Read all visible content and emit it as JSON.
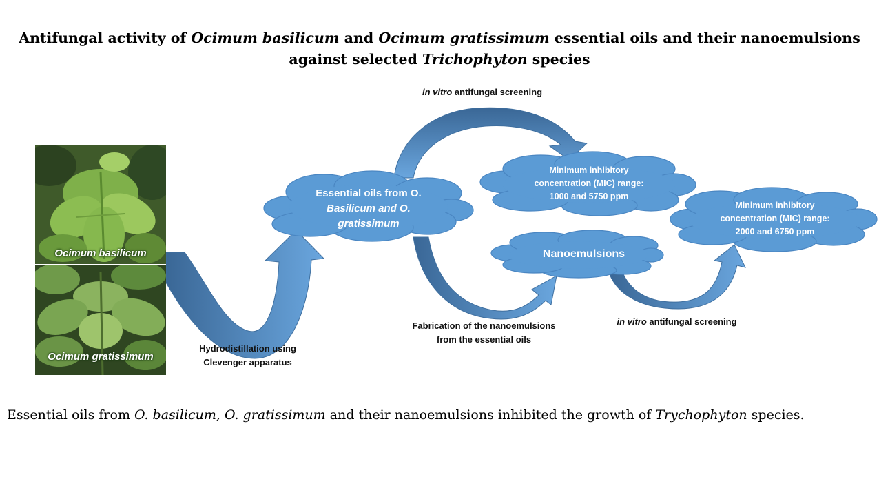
{
  "title": {
    "line1_a": "Antifungal activity of ",
    "line1_b": "Ocimum basilicum",
    "line1_c": " and ",
    "line1_d": "Ocimum gratissimum",
    "line1_e": " essential oils and their nanoemulsions",
    "line2_a": "against selected ",
    "line2_b": "Trichophyton",
    "line2_c": " species"
  },
  "photos": {
    "top_label": "Ocimum basilicum",
    "bottom_label": "Ocimum gratissimum"
  },
  "steps": {
    "hydro_line1": "Hydrodistillation  using",
    "hydro_line2": "Clevenger apparatus",
    "screen1_italic": "in vitro",
    "screen1_rest": " antifungal screening",
    "fab_line1": "Fabrication of the nanoemulsions",
    "fab_line2": "from the essential oils",
    "screen2_italic": "in vitro",
    "screen2_rest": " antifungal screening"
  },
  "clouds": {
    "essential_line1": "Essential oils from O.",
    "essential_line2": "Basilicum and O.",
    "essential_line3": "gratissimum",
    "mic1_line1": "Minimum inhibitory",
    "mic1_line2": "concentration (MIC) range:",
    "mic1_line3": "1000 and 5750 ppm",
    "nano": "Nanoemulsions",
    "mic2_line1": "Minimum inhibitory",
    "mic2_line2": "concentration (MIC) range:",
    "mic2_line3": "2000 and  6750 ppm"
  },
  "footer": {
    "a": "Essential oils from ",
    "b": "O. basilicum, O. gratissimum",
    "c": " and their nanoemulsions inhibited the growth of ",
    "d": "Trychophyton",
    "e": " species."
  },
  "colors": {
    "cloud_fill": "#5b9bd5",
    "cloud_edge": "#4a86c2",
    "arrow_dark": "#3f6f9f",
    "arrow_light": "#5b9bd5"
  }
}
